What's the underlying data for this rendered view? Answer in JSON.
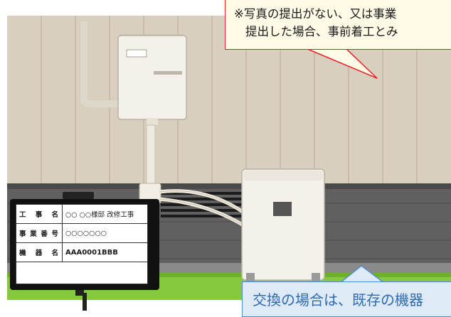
{
  "callouts": {
    "photo_note_line1": "※写真の提出がない、又は事業",
    "photo_note_line2": "提出した場合、事前着工とみ",
    "replace_note": "交換の場合は、既存の機器"
  },
  "signboard": {
    "rows": [
      {
        "label": "工 事 名",
        "value": "○○ ○○様邸 改修工事"
      },
      {
        "label": "事業番号",
        "value": "○○○○○○○"
      },
      {
        "label": "機 器 名",
        "value": "AAA0001BBB"
      }
    ]
  },
  "colors": {
    "wall": "#d8cfbf",
    "deck": "#5a5a5a",
    "grass": "#86c83e",
    "callout_red": "#e8202a",
    "callout_blue": "#4f8fd2"
  }
}
